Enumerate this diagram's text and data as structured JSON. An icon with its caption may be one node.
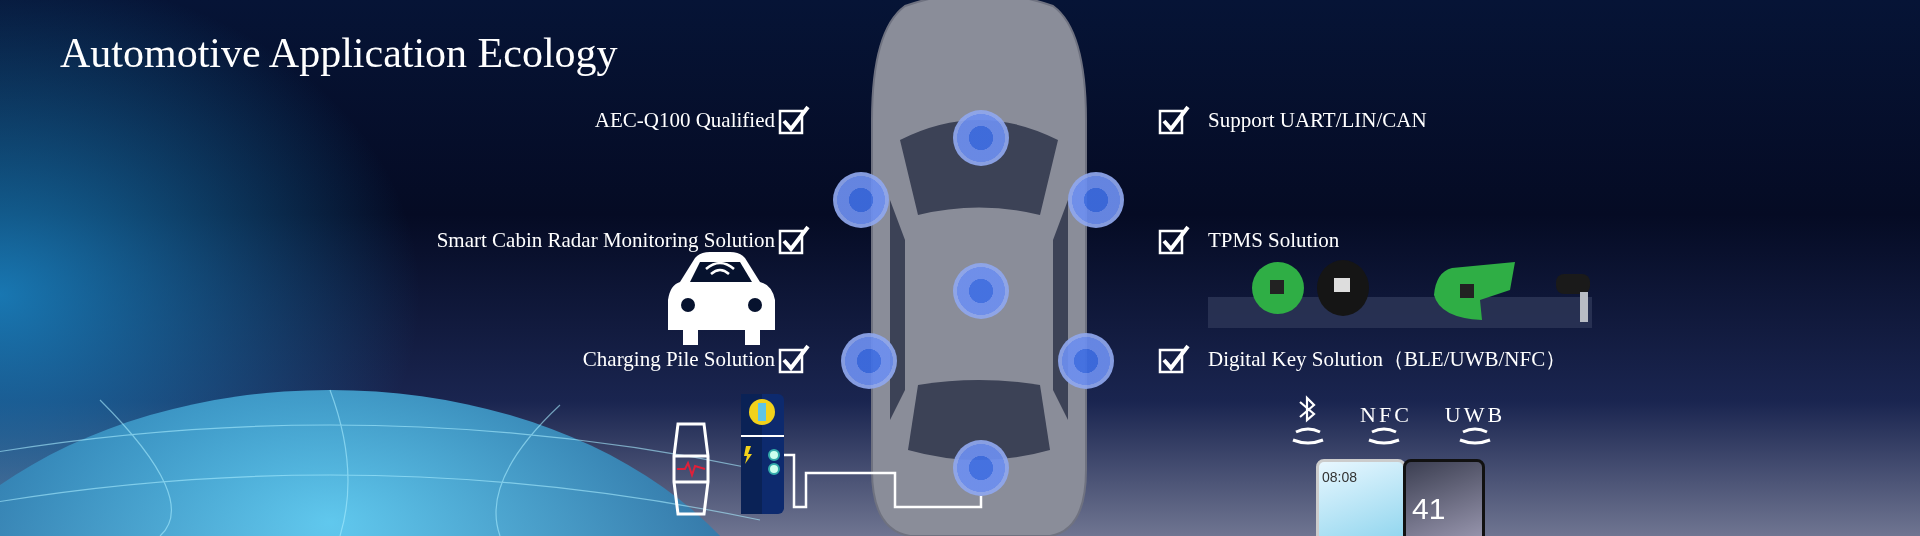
{
  "diagram": {
    "title": "Automotive Application Ecology",
    "nodes": [
      {
        "text": [],
        "shape": "circle"
      },
      {
        "text": [],
        "shape": "circle"
      },
      {
        "text": [],
        "shape": "circle"
      },
      {
        "text": [],
        "shape": "circle"
      },
      {
        "text": [],
        "shape": "circle"
      },
      {
        "text": [],
        "shape": "circle"
      },
      {
        "text": [],
        "shape": "picture"
      },
      {
        "text": [],
        "shape": "circle"
      }
    ],
    "edges": [
      {
        "from": 6,
        "to": 7,
        "arrow": "none"
      }
    ],
    "labels": [
      "AEC-Q100 Qualified",
      "Support UART/LIN/CAN",
      "Smart Cabin Radar Monitoring Solution",
      "TPMS Solution",
      "Charging Pile Solution",
      "Digital Key Solution（BLE/UWB/NFC）",
      "NFC",
      "UWB",
      "08:08",
      "41"
    ]
  }
}
